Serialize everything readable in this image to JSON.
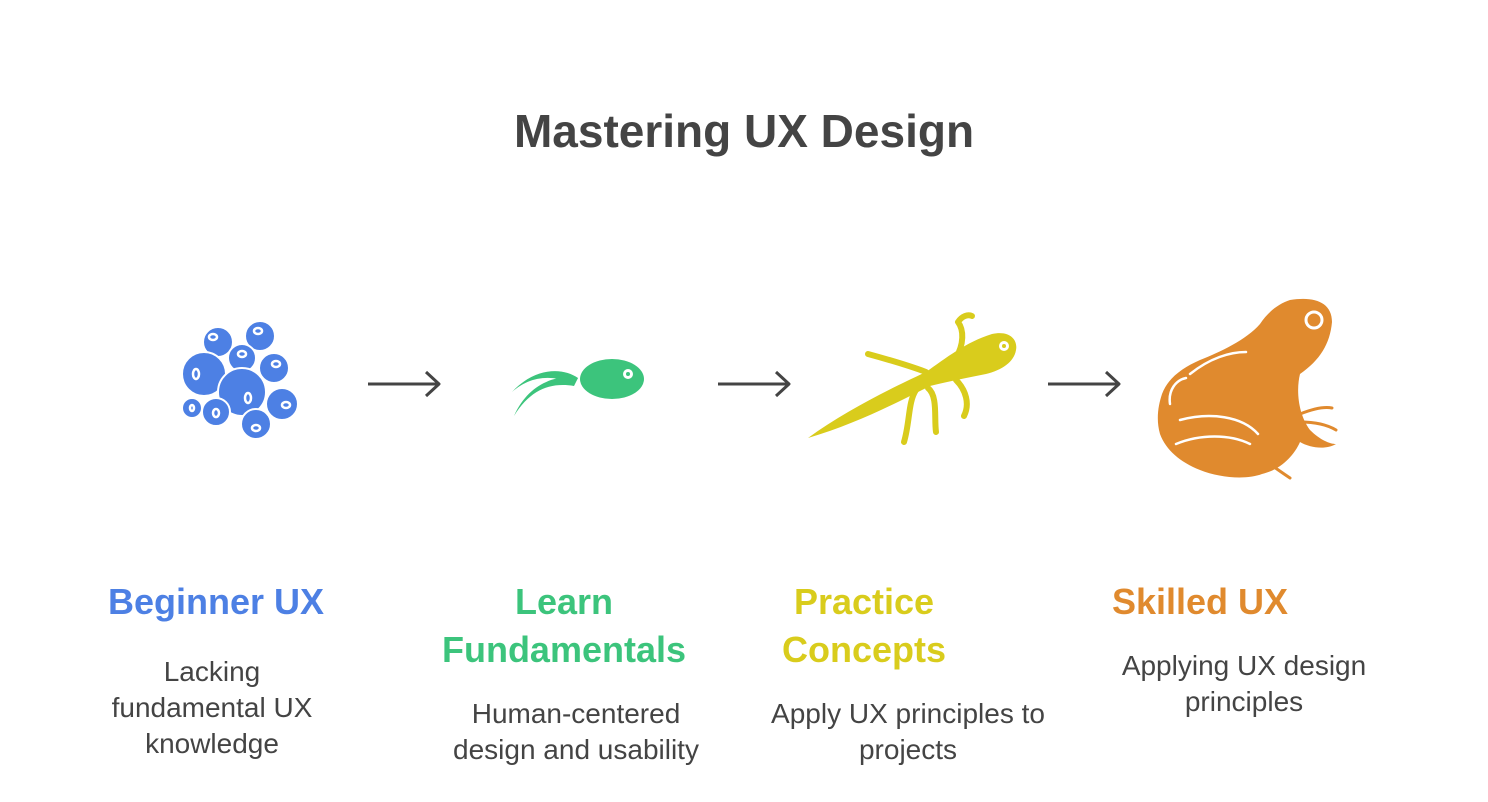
{
  "title": "Mastering UX Design",
  "colors": {
    "beginner": "#4d80e4",
    "learn": "#3cc47c",
    "practice": "#d9cc1c",
    "skilled": "#e08a2e",
    "text": "#444444"
  },
  "stages": [
    {
      "title": "Beginner UX",
      "description": "Lacking fundamental UX knowledge",
      "icon": "frog-eggs-icon"
    },
    {
      "title": "Learn Fundamentals",
      "description": "Human-centered design and usability",
      "icon": "tadpole-icon"
    },
    {
      "title": "Practice Concepts",
      "description": "Apply UX principles to projects",
      "icon": "froglet-icon"
    },
    {
      "title": "Skilled UX",
      "description": "Applying UX design principles",
      "icon": "frog-icon"
    }
  ],
  "arrows": [
    "arrow-right-icon",
    "arrow-right-icon",
    "arrow-right-icon"
  ]
}
